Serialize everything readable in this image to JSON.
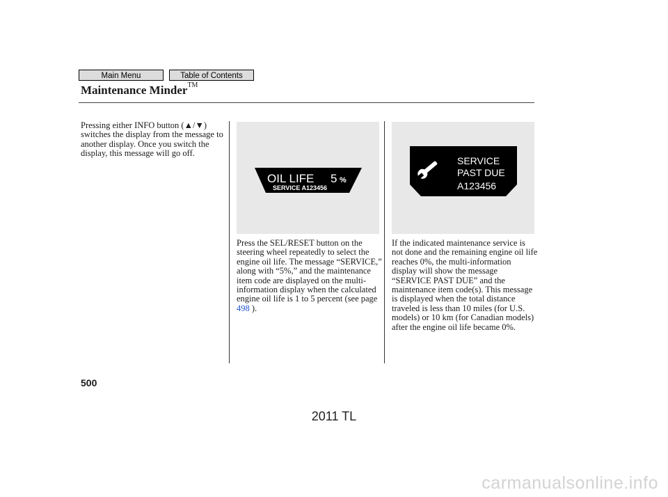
{
  "nav": {
    "main_menu": "Main Menu",
    "table_of_contents": "Table of Contents"
  },
  "section": {
    "title": "Maintenance Minder",
    "trademark": "TM"
  },
  "col1": {
    "before": "Pressing either INFO button (",
    "arrow_up": "▲",
    "slash": "/",
    "arrow_down": "▼",
    "after": ") switches the display from the message to another display. Once you switch the display, this message will go off."
  },
  "display1": {
    "line1": "OIL LIFE",
    "value": "5",
    "unit": "%",
    "line2": "SERVICE A123456"
  },
  "col2": {
    "text": "Press the SEL/RESET button on the steering wheel repeatedly to select the engine oil life. The message “SERVICE,” along with “5%,” and the maintenance item code are displayed on the multi-information display when the calculated engine oil life is 1 to 5 percent (see page ",
    "page_link": "498",
    "after": " )."
  },
  "display2": {
    "line1": "SERVICE",
    "line2": "PAST DUE",
    "line3": "A123456",
    "icon": "wrench-icon"
  },
  "col3": {
    "text": "If the indicated maintenance service is not done and the remaining engine oil life reaches 0%, the multi-information display will show the message “SERVICE PAST DUE” and the maintenance item code(s). This message is displayed when the total distance traveled is less than 10 miles (for U.S. models) or 10 km (for Canadian models) after the engine oil life became 0%."
  },
  "page_number": "500",
  "footer": "2011 TL",
  "watermark": "carmanualsonline.info"
}
